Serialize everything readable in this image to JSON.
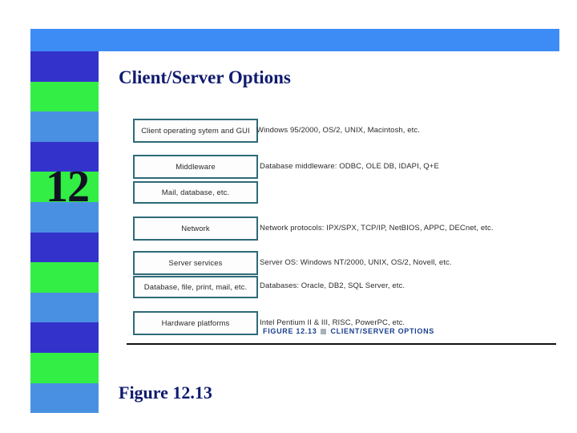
{
  "slide": {
    "title": "Client/Server Options",
    "chapter_number": "12",
    "caption": "Figure 12.13"
  },
  "theme": {
    "banner_color": "#3d8cf5",
    "title_color": "#101b6e",
    "stripe_colors": [
      "#3333cc",
      "#33ee44",
      "#4a90e2",
      "#3333cc",
      "#33ee44",
      "#4a90e2",
      "#3333cc",
      "#33ee44",
      "#4a90e2",
      "#3333cc",
      "#33ee44",
      "#4a90e2"
    ]
  },
  "figure": {
    "label_text": "FIGURE 12.13",
    "label_caption": "CLIENT/SERVER OPTIONS",
    "rows": [
      {
        "box": "Client operating sytem and GUI",
        "note": "Windows 95/2000, OS/2, UNIX, Macintosh, etc."
      },
      {
        "box": "Middleware",
        "note": "Database middleware: ODBC, OLE DB, IDAPI, Q+E"
      },
      {
        "box": "Mail, database, etc.",
        "note": ""
      },
      {
        "box": "Network",
        "note": "Network protocols:  IPX/SPX, TCP/IP, NetBIOS, APPC, DECnet, etc."
      },
      {
        "box": "Server services",
        "note": "Server OS: Windows NT/2000, UNIX, OS/2, Novell, etc."
      },
      {
        "box": "Database, file, print, mail, etc.",
        "note": "Databases: Oracle, DB2, SQL Server, etc."
      },
      {
        "box": "Hardware platforms",
        "note": "Intel Pentium II & III, RISC, PowerPC, etc."
      }
    ]
  }
}
